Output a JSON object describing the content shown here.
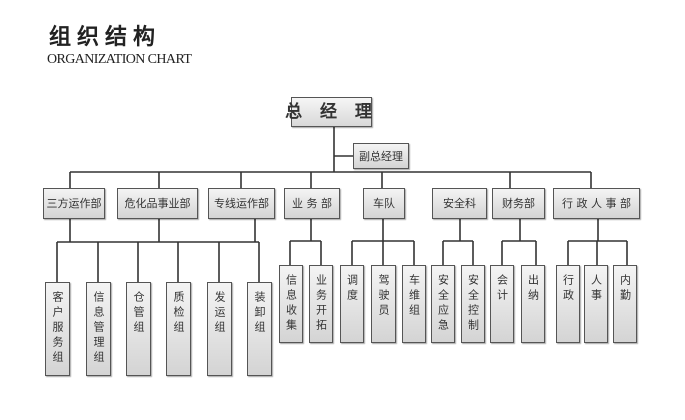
{
  "header": {
    "title_cn": "组织结构",
    "title_en": "ORGANIZATION CHART"
  },
  "ceo": "总 经 理",
  "deputy": "副总经理",
  "departments": [
    {
      "name": "三方运作部"
    },
    {
      "name": "危化品事业部"
    },
    {
      "name": "专线运作部"
    },
    {
      "name": "业 务 部"
    },
    {
      "name": "车队"
    },
    {
      "name": "安全科"
    },
    {
      "name": "财务部"
    },
    {
      "name": "行 政 人 事 部"
    }
  ],
  "units": [
    "客户服务组",
    "信息管理组",
    "仓管组",
    "质检组",
    "发运组",
    "装卸组",
    "信息收集",
    "业务开拓",
    "调度",
    "驾驶员",
    "车维组",
    "安全应急",
    "安全控制",
    "会计",
    "出纳",
    "行政",
    "人事",
    "内勤"
  ]
}
